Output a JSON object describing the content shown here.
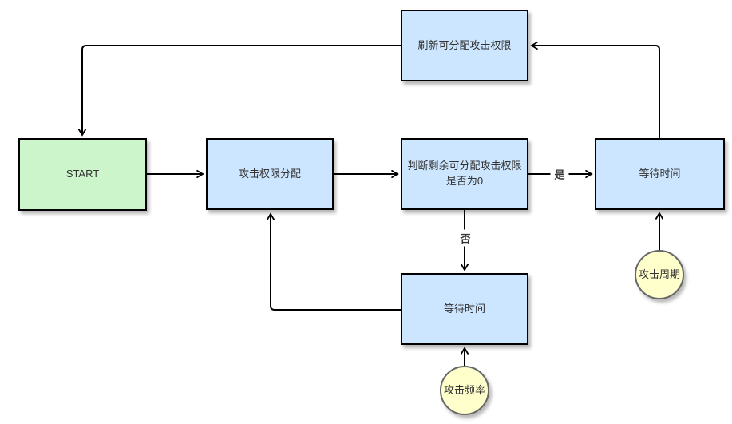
{
  "diagram": {
    "nodes": {
      "refresh": {
        "label": "刷新可分配攻击权限",
        "type": "process"
      },
      "start": {
        "label": "START",
        "type": "terminator"
      },
      "alloc": {
        "label": "攻击权限分配",
        "type": "process"
      },
      "judge": {
        "label": "判断剩余可分配攻击权限是否为0",
        "type": "process"
      },
      "wait_right": {
        "label": "等待时间",
        "type": "process"
      },
      "wait_bottom": {
        "label": "等待时间",
        "type": "process"
      },
      "freq": {
        "label": "攻击频率",
        "type": "data-circle"
      },
      "cycle": {
        "label": "攻击周期",
        "type": "data-circle"
      }
    },
    "edge_labels": {
      "yes": "是",
      "no": "否"
    },
    "colors": {
      "process_fill": "#cce6ff",
      "start_fill": "#ccf5cc",
      "circle_fill": "#ffffcc",
      "line": "#000000"
    }
  }
}
